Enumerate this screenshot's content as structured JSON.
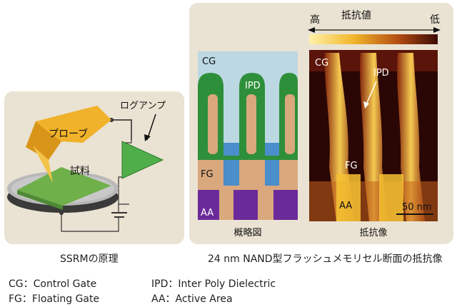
{
  "left_diagram": {
    "probe_label": "プローブ",
    "sample_label": "試料",
    "amp_label": "ログアンプ",
    "caption": "SSRMの原理"
  },
  "right_diagram": {
    "resistance_title": "抵抗値",
    "high_label": "高",
    "low_label": "低",
    "schematic": {
      "cg": "CG",
      "ipd": "IPD",
      "fg": "FG",
      "aa": "AA",
      "caption": "概略図"
    },
    "image": {
      "cg": "CG",
      "ipd": "IPD",
      "fg": "FG",
      "aa": "AA",
      "scale": "50 nm",
      "caption": "抵抗像"
    },
    "caption": "24 nm NAND型フラッシュメモリセル断面の抵抗像"
  },
  "legend": {
    "cg": "CG：Control Gate",
    "fg": "FG：Floating Gate",
    "ipd": "IPD：Inter Poly Dielectric",
    "aa": "AA：Active Area"
  },
  "colors": {
    "panel_bg": "#eae3d3",
    "probe": "#f0b22a",
    "sample": "#6fb04a",
    "amp": "#4fae4a",
    "cg_region": "#bcd8e3",
    "ipd_region": "#2e8f3a",
    "fg_region": "#d9a87d",
    "aa_region": "#6b2a9a",
    "oxide_blue": "#4a8ecb"
  }
}
